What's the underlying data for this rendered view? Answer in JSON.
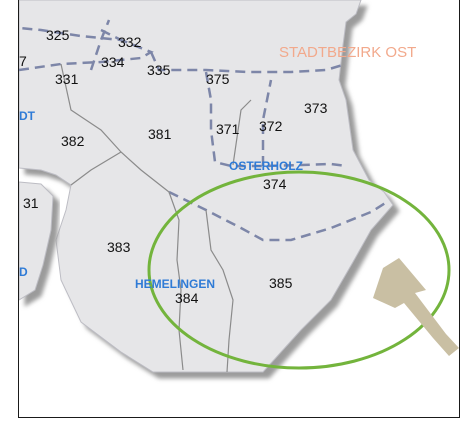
{
  "map": {
    "colors": {
      "land": "#e6e6e8",
      "shadow": "#9b9b9b",
      "water": "#ffffff",
      "boundary": "#7d86a8",
      "district_label": "#2f7bd6",
      "region_label": "#f2a98c",
      "highlight_ellipse": "#73b43c",
      "arrow": "#c9bfa3"
    },
    "region_label": "STADTBEZIRK OST",
    "district_labels": [
      "OSTERHOLZ",
      "HEMELINGEN"
    ],
    "partial_district_labels": [
      "DT",
      "D"
    ],
    "area_numbers": [
      "325",
      "332",
      "334",
      "335",
      "331",
      "375",
      "373",
      "371",
      "372",
      "382",
      "381",
      "374",
      "31",
      "383",
      "384",
      "385"
    ],
    "partial_area_numbers": [
      "7"
    ],
    "annotations": {
      "highlight": "ellipse",
      "pointer": "arrow"
    }
  }
}
